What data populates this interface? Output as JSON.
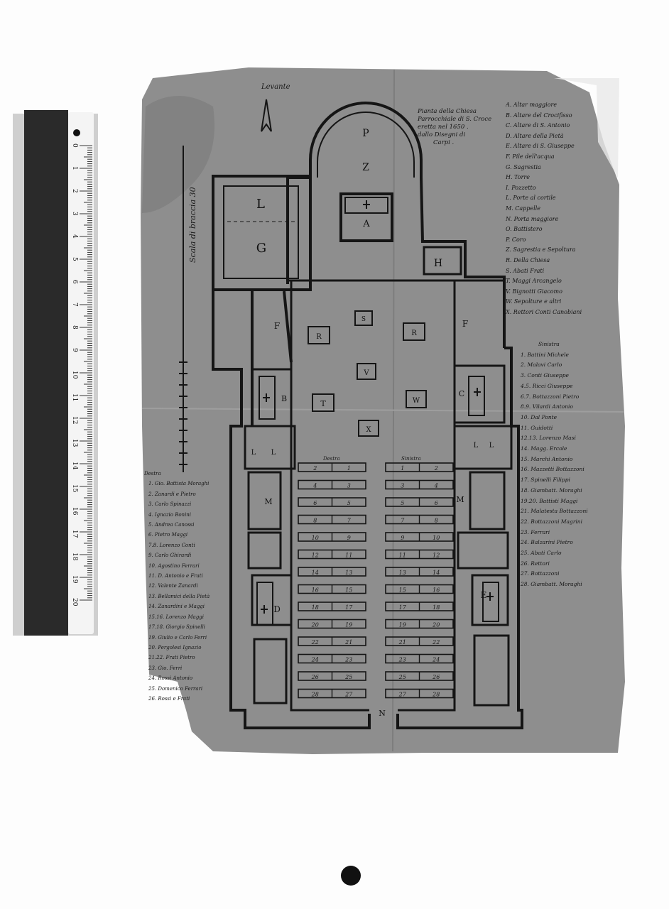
{
  "ruler": {
    "labels": [
      "0",
      "1",
      "2",
      "3",
      "4",
      "5",
      "6",
      "7",
      "8",
      "9",
      "10",
      "11",
      "12",
      "13",
      "14",
      "15",
      "16",
      "17",
      "18",
      "19",
      "20"
    ]
  },
  "plan": {
    "north_label": "Levante",
    "scale_label": "Scala di braccia 30",
    "title_lines": [
      "Pianta della Chiesa",
      "Parrocchiale di S. Croce",
      "eretta nel 1650 .",
      "dallo Disegni di",
      "Carpi ."
    ],
    "room_letters": {
      "apse_p": "P",
      "apse_z": "Z",
      "altar": "A",
      "room_l": "L",
      "room_g": "G",
      "tower": "H",
      "font_left": "F",
      "font_right": "F",
      "chapel_b": "B",
      "chapel_c": "C",
      "chapel_d": "D",
      "chapel_e": "E",
      "m_left": "M",
      "m_right": "M",
      "door": "N",
      "l_left_1": "L",
      "l_left_2": "L",
      "l_right_1": "L",
      "l_right_2": "L",
      "tomb_r1": "R",
      "tomb_s": "S",
      "tomb_r2": "R",
      "tomb_v": "V",
      "tomb_t": "T",
      "tomb_w": "W",
      "tomb_x": "X"
    },
    "pew_headers": [
      "Destra",
      "Sinistra"
    ],
    "pews_left": [
      [
        "2",
        "1"
      ],
      [
        "4",
        "3"
      ],
      [
        "6",
        "5"
      ],
      [
        "8",
        "7"
      ],
      [
        "10",
        "9"
      ],
      [
        "12",
        "11"
      ],
      [
        "14",
        "13"
      ],
      [
        "16",
        "15"
      ],
      [
        "18",
        "17"
      ],
      [
        "20",
        "19"
      ],
      [
        "22",
        "21"
      ],
      [
        "24",
        "23"
      ],
      [
        "26",
        "25"
      ],
      [
        "28",
        "27"
      ]
    ],
    "pews_right": [
      [
        "1",
        "2"
      ],
      [
        "3",
        "4"
      ],
      [
        "5",
        "6"
      ],
      [
        "7",
        "8"
      ],
      [
        "9",
        "10"
      ],
      [
        "11",
        "12"
      ],
      [
        "13",
        "14"
      ],
      [
        "15",
        "16"
      ],
      [
        "17",
        "18"
      ],
      [
        "19",
        "20"
      ],
      [
        "21",
        "22"
      ],
      [
        "23",
        "24"
      ],
      [
        "25",
        "26"
      ],
      [
        "27",
        "28"
      ]
    ]
  },
  "legend_letters": [
    "A. Altar maggiore",
    "B. Altare del Crocifisso",
    "C. Altare di S. Antonio",
    "D. Altare della Pietà",
    "E. Altare di S. Giuseppe",
    "F. Pile dell'acqua",
    "G. Sagrestia",
    "H. Torre",
    "I. Pozzetto",
    "L. Porte al cortile",
    "M. Cappelle",
    "N. Porta maggiore",
    "O. Battistero",
    "P. Coro",
    "Z. Sagrestia e Sepoltura",
    "R. Della Chiesa",
    "S. Abati Frati",
    "T. Maggi Arcangelo",
    "V. Bignotti Giacomo",
    "W. Sepolture e altri",
    "X. Rettori Conti Canobiani"
  ],
  "legend_right_title": "Sinistra",
  "legend_right": [
    "1. Battini Michele",
    "2. Malavi Carlo",
    "3. Conti Giuseppe",
    "4.5. Ricci Giuseppe",
    "6.7. Bottazzoni Pietro",
    "8.9. Vilardi Antonio",
    "10. Dal Ponte",
    "11. Guidotti",
    "12.13. Lorenzo Masi",
    "14. Magg. Ercole",
    "15. Marchi Antonio",
    "16. Mazzetti Bottazzoni",
    "17. Spinelli Filippi",
    "18. Giambatt. Moraghi",
    "19.20. Battisti Maggi",
    "21. Malatesta Bottazzoni",
    "22. Bottazzoni Magrini",
    "23. Ferrari",
    "24. Balzarini Pietro",
    "25. Abati Carlo",
    "26. Rettori",
    "27. Bottazzoni",
    "28. Giambatt. Moraghi"
  ],
  "legend_left_title": "Destra",
  "legend_left": [
    "1. Gio. Battista Moraghi",
    "2. Zanardi e Pietro",
    "3. Carlo Spinazzi",
    "4. Ignazio Bonini",
    "5. Andrea Canossi",
    "6. Pietro Maggi",
    "7.8. Lorenzo Conti",
    "9. Carlo Ghirardi",
    "10. Agostino Ferrari",
    "11. D. Antonio e Frati",
    "12. Valente Zanardi",
    "13. Bellamici della Pietà",
    "14. Zanardini e Maggi",
    "15.16. Lorenzo Maggi",
    "17.18. Giorgio Spinelli",
    "19. Giulio e Carlo Ferri",
    "20. Pergolesi Ignazio",
    "21.22. Frati Pietro",
    "23. Gio. Ferri",
    "24. Rossi Antonio",
    "25. Domenico Ferrari",
    "26. Rossi e Frati"
  ],
  "colors": {
    "paper": "#8e8e8e",
    "ink": "#151515",
    "page": "#fdfdfd",
    "ruler_wood": "#2a2a2a",
    "ruler_scale": "#f4f4f4"
  }
}
